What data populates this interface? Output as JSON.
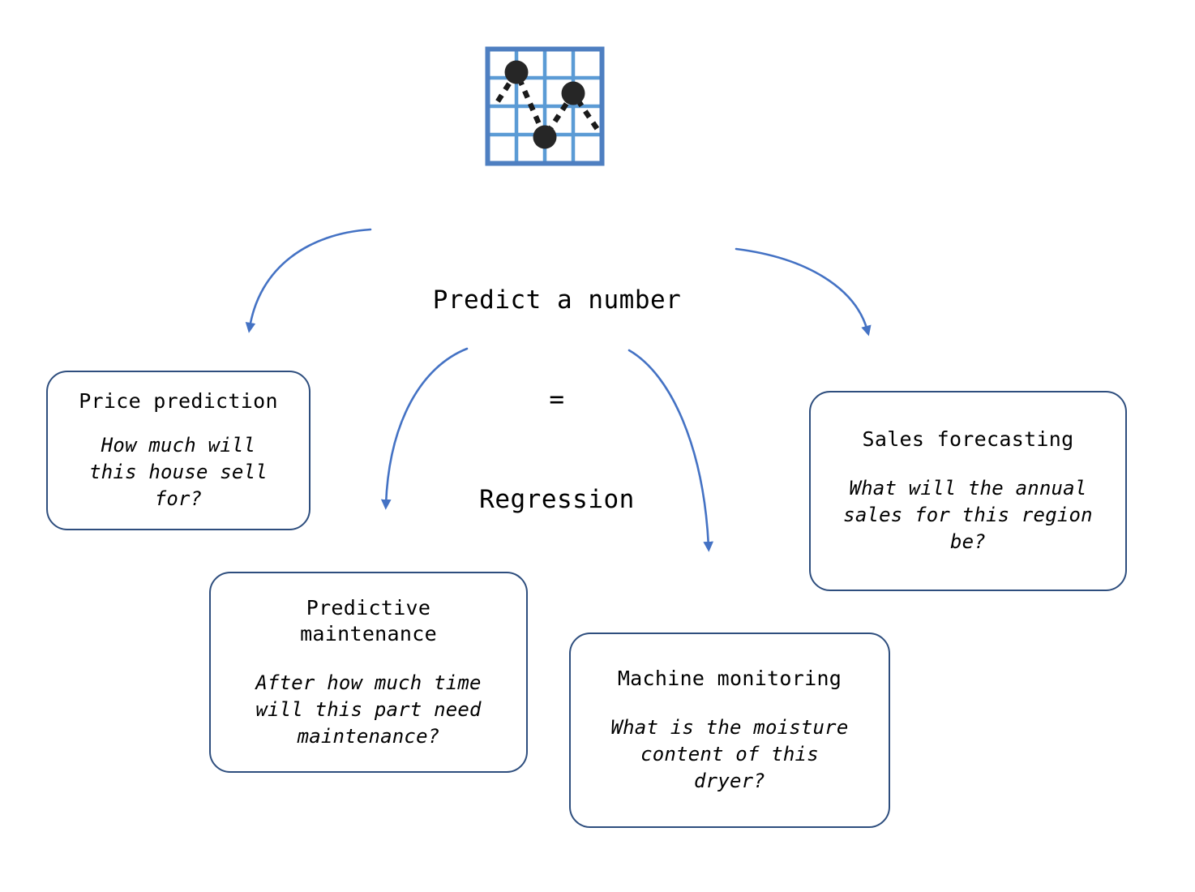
{
  "diagram": {
    "icon": {
      "name": "regression-scatter-grid-icon",
      "grid_color": "#5B9BD5",
      "point_color": "#262626",
      "points": 3,
      "grid_cells": 4
    },
    "center": {
      "line1": "Predict a number",
      "line2": "=",
      "line3": "Regression"
    },
    "arrow_color": "#4472C4",
    "box_border_color": "#2E4E7E",
    "nodes": [
      {
        "id": "price-prediction",
        "title": "Price prediction",
        "question": "How much will\nthis house sell\nfor?"
      },
      {
        "id": "predictive-maintenance",
        "title": "Predictive\nmaintenance",
        "question": "After how much time\nwill this part need\nmaintenance?"
      },
      {
        "id": "machine-monitoring",
        "title": "Machine monitoring",
        "question": "What is the moisture\ncontent of this\ndryer?"
      },
      {
        "id": "sales-forecasting",
        "title": "Sales forecasting",
        "question": "What will the annual\nsales for this region\nbe?"
      }
    ]
  }
}
